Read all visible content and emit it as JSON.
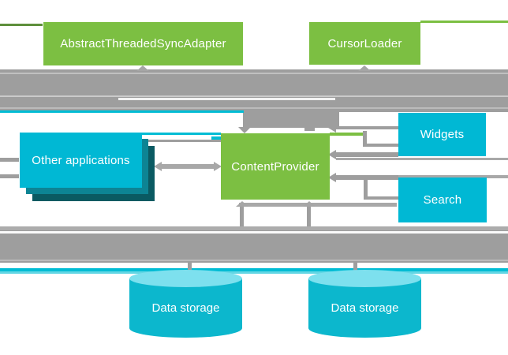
{
  "diagram": {
    "nodes": {
      "sync_adapter": {
        "label": "AbstractThreadedSyncAdapter"
      },
      "cursor_loader": {
        "label": "CursorLoader"
      },
      "content_provider": {
        "label": "ContentProvider"
      },
      "other_applications": {
        "label": "Other applications"
      },
      "widgets": {
        "label": "Widgets"
      },
      "search": {
        "label": "Search"
      },
      "data_storage_left": {
        "label": "Data storage"
      },
      "data_storage_right": {
        "label": "Data storage"
      }
    },
    "colors": {
      "node_green": "#7CBF42",
      "node_cyan": "#00B8D4",
      "cylinder_top": "#7DE0EE",
      "cylinder_body": "#0CB7CD",
      "stack_shadow_mid": "#0D8494",
      "stack_shadow_dark": "#0A5A62",
      "arrow_gray": "#9E9E9E",
      "top_edge_line_left": "#5E8F3C",
      "top_edge_line_right": "#7CBF42",
      "cyan_smear_line": "#00BCD4",
      "background": "#FFFFFF"
    }
  }
}
